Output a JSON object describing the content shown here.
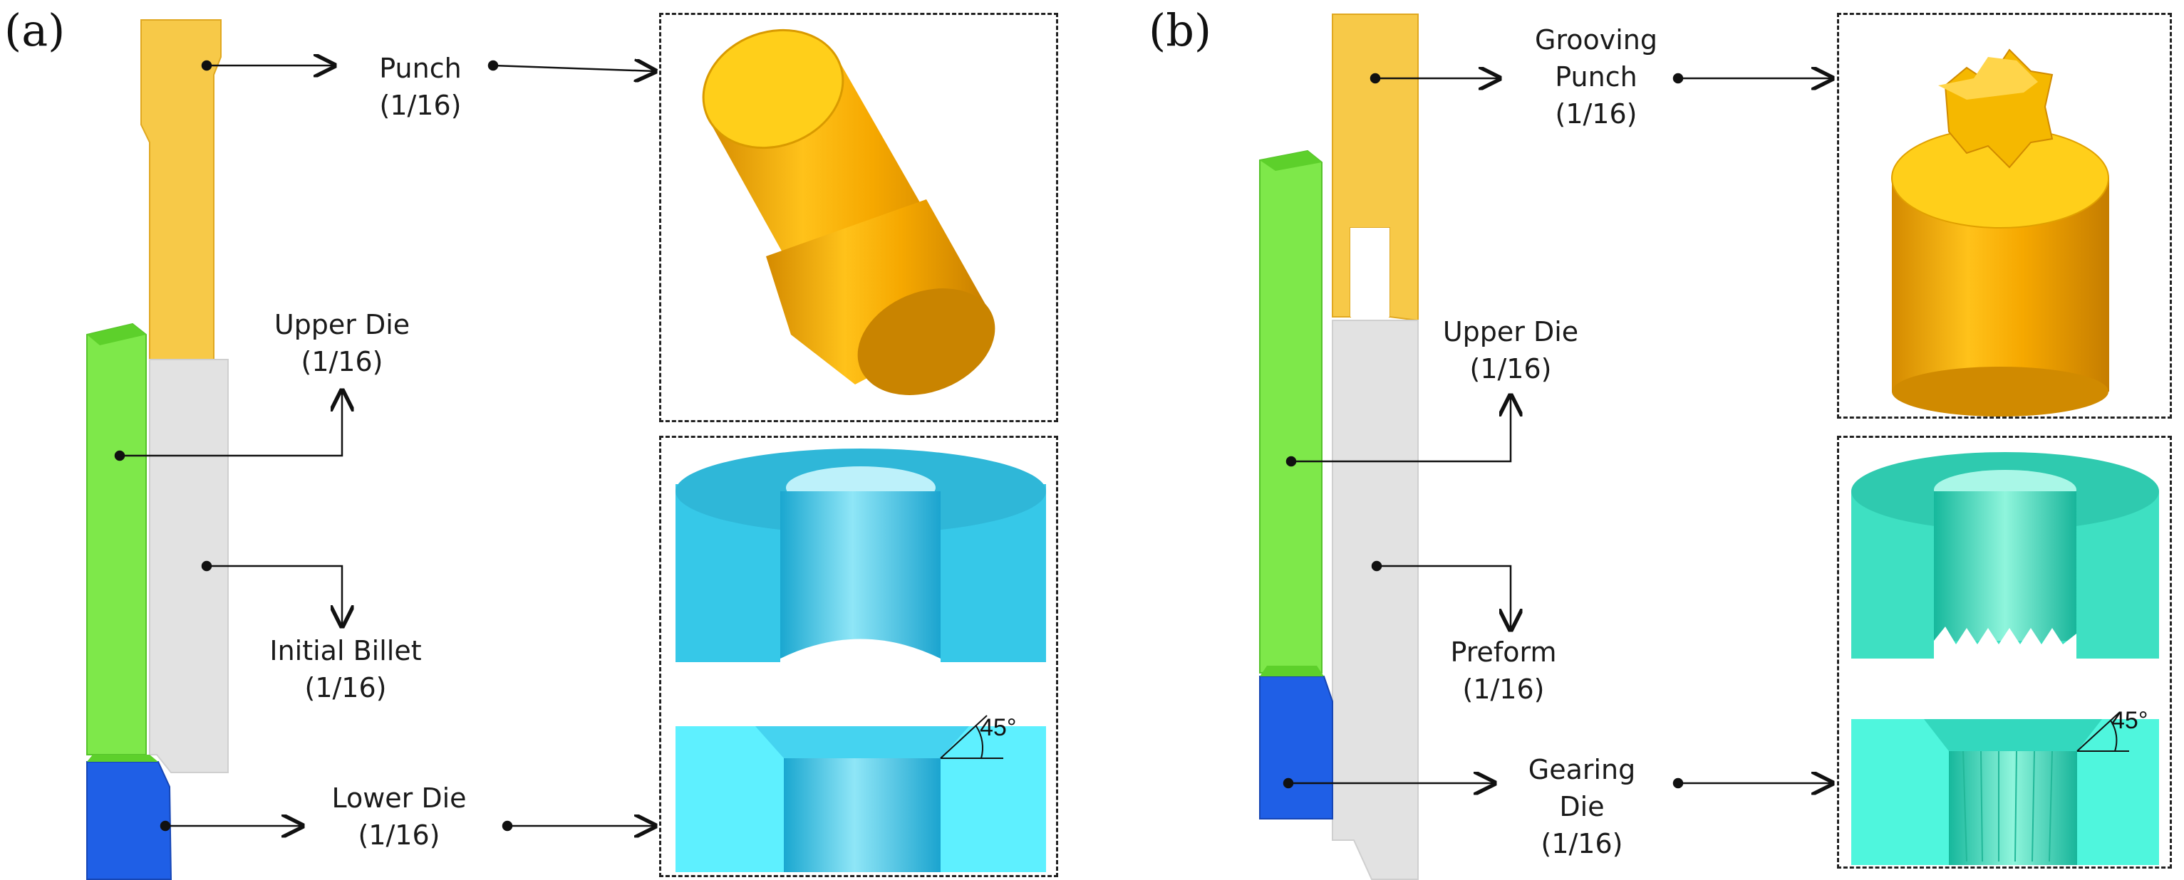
{
  "panels": [
    {
      "tag": "(a)",
      "labels": {
        "punch": [
          "Punch",
          "(1/16)"
        ],
        "upper_die": [
          "Upper Die",
          "(1/16)"
        ],
        "billet": [
          "Initial Billet",
          "(1/16)"
        ],
        "lower_die": [
          "Lower Die",
          "(1/16)"
        ]
      },
      "angle": "45°"
    },
    {
      "tag": "(b)",
      "labels": {
        "punch": [
          "Grooving",
          "Punch",
          "(1/16)"
        ],
        "upper_die": [
          "Upper Die",
          "(1/16)"
        ],
        "billet": [
          "Preform",
          "(1/16)"
        ],
        "lower_die": [
          "Gearing",
          "Die",
          "(1/16)"
        ]
      },
      "angle": "45°"
    }
  ],
  "colors": {
    "punch": "#f7c948",
    "upper_die": "#7ee84a",
    "billet": "#e2e2e2",
    "lower_die": "#1f5fe6",
    "punch_3d": "#f2a900",
    "die_a_3d": "#33c6e6",
    "die_b_3d": "#3ee0c2"
  }
}
